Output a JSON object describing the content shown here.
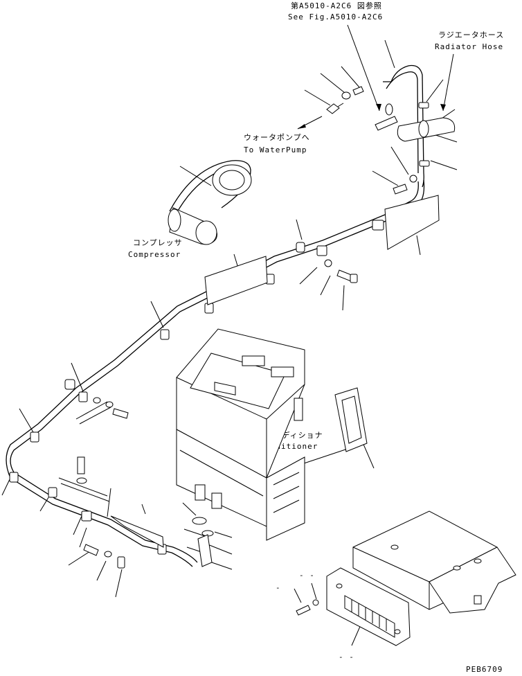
{
  "labels": {
    "ref_jp": "第A5010-A2C6 図参照",
    "ref_en": "See Fig.A5010-A2C6",
    "radiator_jp": "ラジエータホース",
    "radiator_en": "Radiator Hose",
    "waterpump_jp": "ウォータポンプへ",
    "waterpump_en": "To WaterPump",
    "compressor_jp": "コンプレッサ",
    "compressor_en": "Compressor",
    "aircon_jp": "エアーコンディショナ",
    "aircon_en": "Air Conditioner",
    "drawing_code": "PEB6709",
    "dash_a": "- -",
    "dash_b": "-",
    "dash_c": "- -"
  }
}
